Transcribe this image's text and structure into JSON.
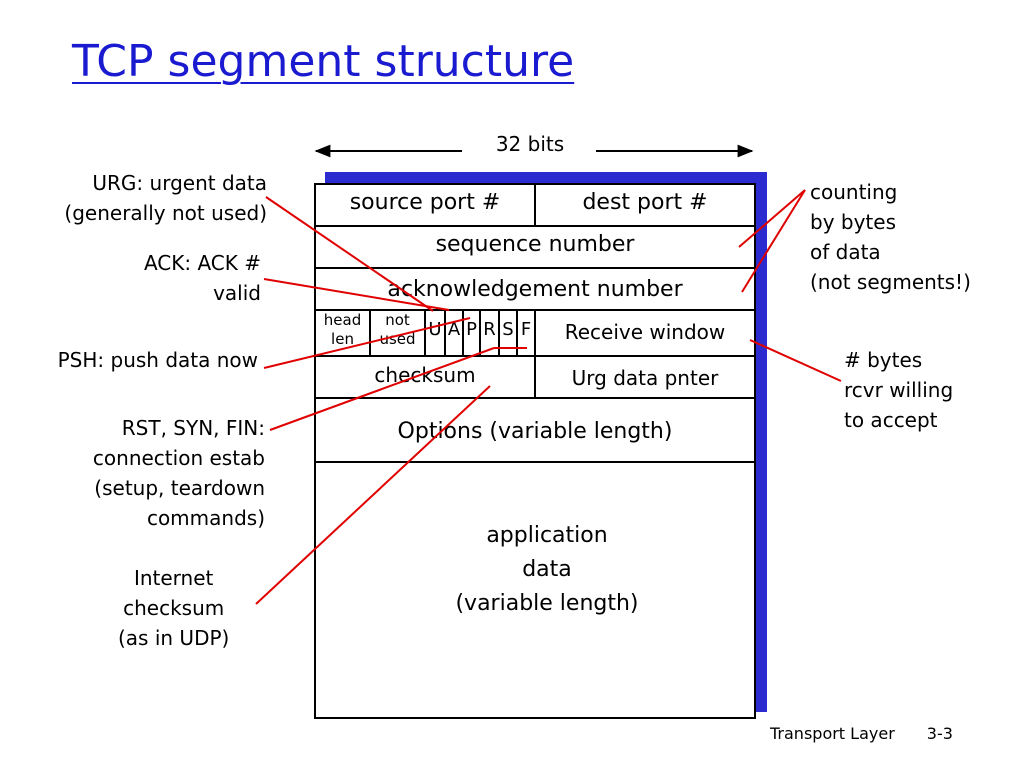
{
  "title": "TCP segment structure",
  "width_label": "32 bits",
  "colors": {
    "title": "#1a1ad0",
    "shadow": "#2b2bcf",
    "callout": "#e00000"
  },
  "fields": {
    "source_port": "source port #",
    "dest_port": "dest port #",
    "sequence_number": "sequence number",
    "acknowledgement_number": "acknowledgement number",
    "head_len": [
      "head",
      "len"
    ],
    "not_used": [
      "not",
      "used"
    ],
    "flags": [
      "U",
      "A",
      "P",
      "R",
      "S",
      "F"
    ],
    "receive_window": "Receive window",
    "checksum": "checksum",
    "urg_data_pnter": "Urg data pnter",
    "options": "Options (variable length)",
    "application_data": [
      "application",
      "data",
      "(variable length)"
    ]
  },
  "annotations": {
    "urg": [
      "URG: urgent data",
      "(generally not used)"
    ],
    "ack": [
      "ACK: ACK #",
      "valid"
    ],
    "psh": [
      "PSH: push data now"
    ],
    "rst_syn_fin": [
      "RST, SYN, FIN:",
      "connection estab",
      "(setup, teardown",
      "commands)"
    ],
    "internet_checksum": [
      "Internet",
      "checksum",
      "(as in UDP)"
    ],
    "counting": [
      "counting",
      "by bytes",
      "of data",
      "(not segments!)"
    ],
    "bytes_rcvr": [
      "# bytes",
      "rcvr willing",
      "to accept"
    ]
  },
  "footer": {
    "label": "Transport Layer",
    "page": "3-3"
  }
}
